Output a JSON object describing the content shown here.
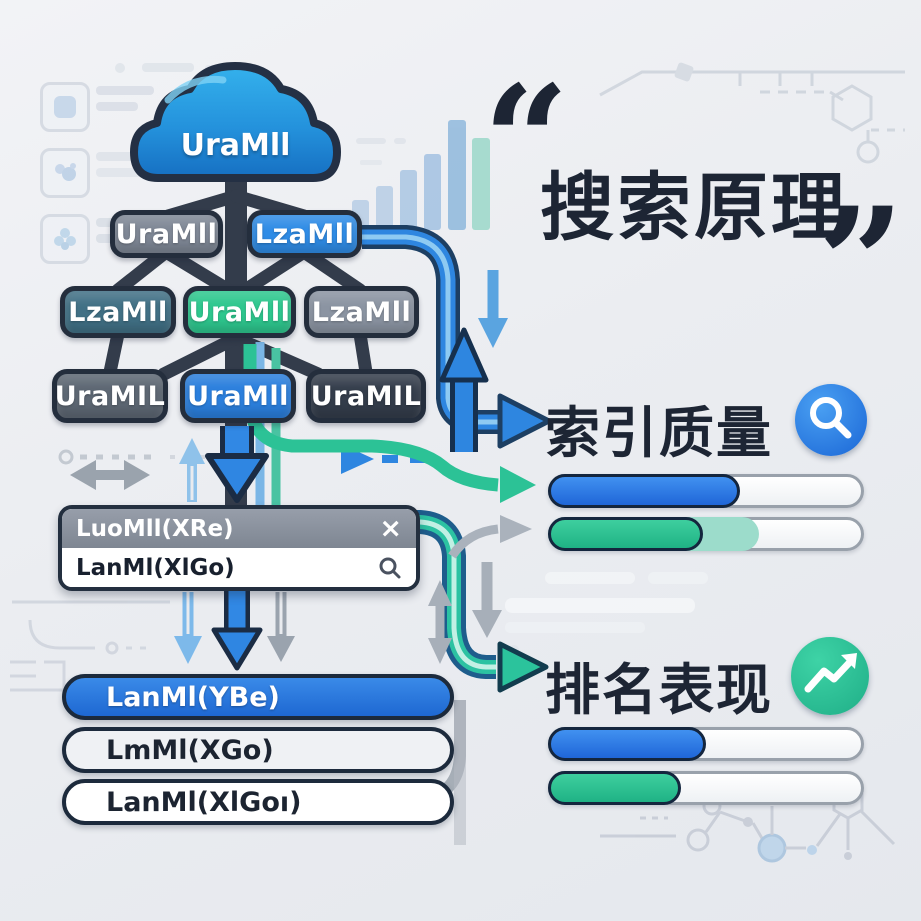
{
  "quote": {
    "open": "“",
    "close": "”"
  },
  "title": {
    "text": "搜索原理",
    "color": "#1d2534"
  },
  "cloud": {
    "label": "UraMll"
  },
  "tree": {
    "rows": [
      {
        "nodes": [
          {
            "label": "UraMll",
            "bg": "#7e8795"
          },
          {
            "label": "LzaMll",
            "bg": "#2f8ce6"
          }
        ]
      },
      {
        "nodes": [
          {
            "label": "LzaMll",
            "bg": "#417085"
          },
          {
            "label": "UraMll",
            "bg": "#2ec78e"
          },
          {
            "label": "LzaMll",
            "bg": "#8b94a2"
          }
        ]
      },
      {
        "nodes": [
          {
            "label": "UraMIL",
            "bg": "#5d6773"
          },
          {
            "label": "UraMll",
            "bg": "#2b7fdd"
          },
          {
            "label": "UraMIL",
            "bg": "#343d4b"
          }
        ]
      }
    ]
  },
  "search_window": {
    "title_text": "LuoMll(XRe)",
    "close_glyph": "×",
    "query_text": "LanMl(XlGo)"
  },
  "result_pills": [
    {
      "label": "LanMl(YBe)"
    },
    {
      "label": "LmMl(XGo)"
    },
    {
      "label": "LanMl(XlGoı)"
    }
  ],
  "sections": [
    {
      "heading": "索引质量",
      "icon": "magnifier",
      "accent": "#2a7de2",
      "bars": [
        {
          "color": "#2a6fe6",
          "fill": "60%"
        },
        {
          "color": "#2cc296",
          "fill": "48%",
          "extra_fill": "68%",
          "extra_color": "#9cdccb"
        }
      ]
    },
    {
      "heading": "排名表现",
      "icon": "trend-up",
      "accent": "#2cc296",
      "bars": [
        {
          "color": "#2a6fe6",
          "fill": "49%"
        },
        {
          "color": "#2cc296",
          "fill": "41%"
        }
      ]
    }
  ]
}
